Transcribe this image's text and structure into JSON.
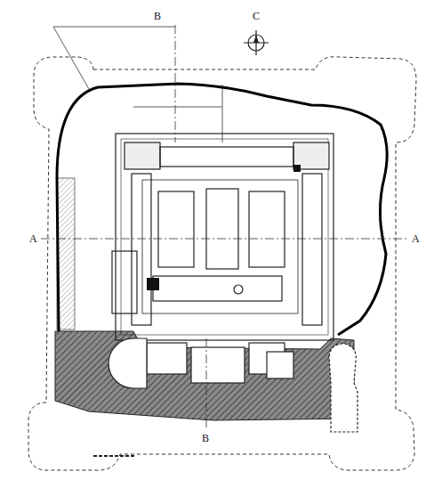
{
  "diagram": {
    "labels": [
      "B",
      "C",
      "A",
      "A",
      "B"
    ]
  }
}
